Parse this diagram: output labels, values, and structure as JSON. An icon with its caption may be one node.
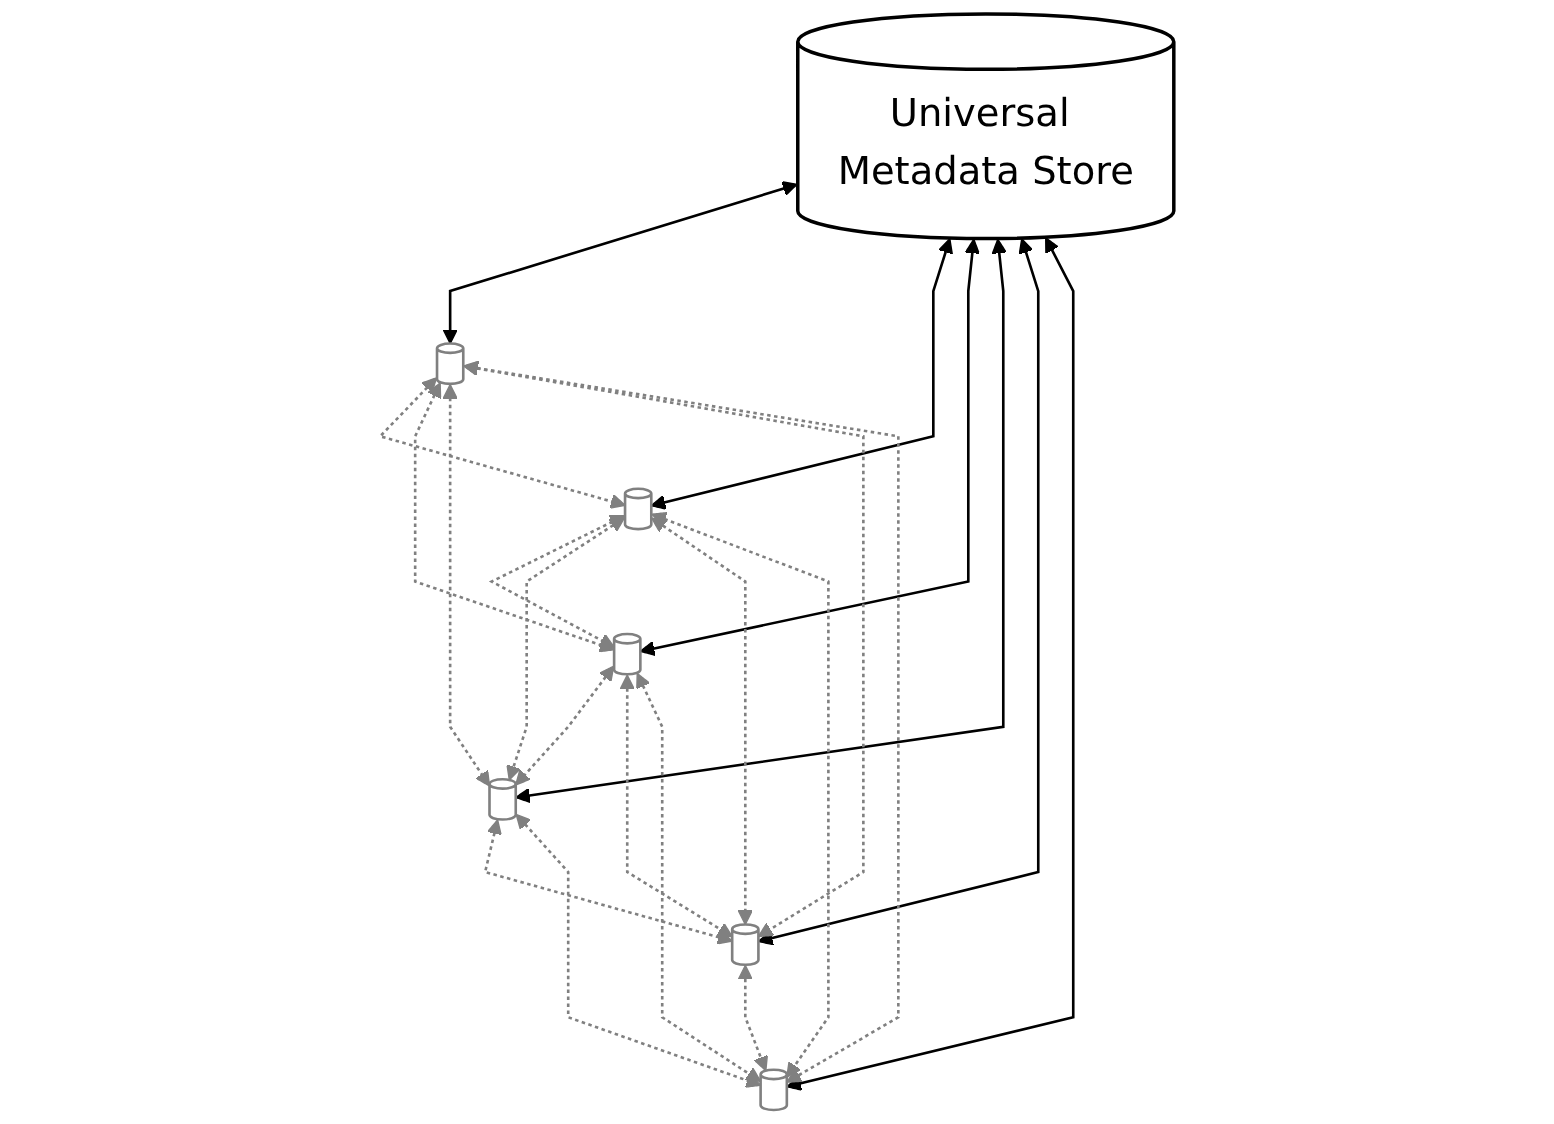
{
  "diagram": {
    "nodes": [
      {
        "text": [],
        "shape": "cylinder"
      },
      {
        "text": [],
        "shape": "cylinder"
      },
      {
        "text": [],
        "shape": "cylinder"
      },
      {
        "text": [
          "Universal Metadata Store"
        ]
      },
      {
        "text": [],
        "shape": "cylinder"
      },
      {
        "text": [],
        "shape": "cylinder"
      },
      {
        "text": [],
        "shape": "cylinder"
      }
    ],
    "edges": [
      {
        "from": 3,
        "to": 0,
        "arrow": "both",
        "color": "#000000"
      },
      {
        "from": 3,
        "to": 1,
        "arrow": "both",
        "color": "#000000"
      },
      {
        "from": 3,
        "to": 2,
        "arrow": "both",
        "color": "#000000"
      },
      {
        "from": 3,
        "to": 4,
        "arrow": "both",
        "color": "#000000"
      },
      {
        "from": 3,
        "to": 5,
        "arrow": "both",
        "color": "#000000"
      },
      {
        "from": 3,
        "to": 6,
        "arrow": "both",
        "color": "#000000"
      },
      {
        "from": 0,
        "to": 1,
        "arrow": "both",
        "style": "dashed"
      },
      {
        "from": 0,
        "to": 2,
        "arrow": "both",
        "style": "dashed"
      },
      {
        "from": 0,
        "to": 4,
        "arrow": "both",
        "style": "dashed"
      },
      {
        "from": 0,
        "to": 5,
        "arrow": "both",
        "style": "dashed"
      },
      {
        "from": 0,
        "to": 6,
        "arrow": "both",
        "style": "dashed"
      },
      {
        "from": 1,
        "to": 2,
        "arrow": "both",
        "style": "dashed"
      },
      {
        "from": 1,
        "to": 4,
        "arrow": "both",
        "style": "dashed"
      },
      {
        "from": 1,
        "to": 5,
        "arrow": "both",
        "style": "dashed"
      },
      {
        "from": 1,
        "to": 6,
        "arrow": "both",
        "style": "dashed"
      },
      {
        "from": 2,
        "to": 4,
        "arrow": "both",
        "style": "dashed"
      },
      {
        "from": 2,
        "to": 5,
        "arrow": "both",
        "style": "dashed"
      },
      {
        "from": 2,
        "to": 6,
        "arrow": "both",
        "style": "dashed"
      },
      {
        "from": 4,
        "to": 5,
        "arrow": "both",
        "style": "dashed"
      },
      {
        "from": 4,
        "to": 6,
        "arrow": "both",
        "style": "dashed"
      },
      {
        "from": 5,
        "to": 6,
        "arrow": "both",
        "style": "dashed"
      }
    ]
  }
}
